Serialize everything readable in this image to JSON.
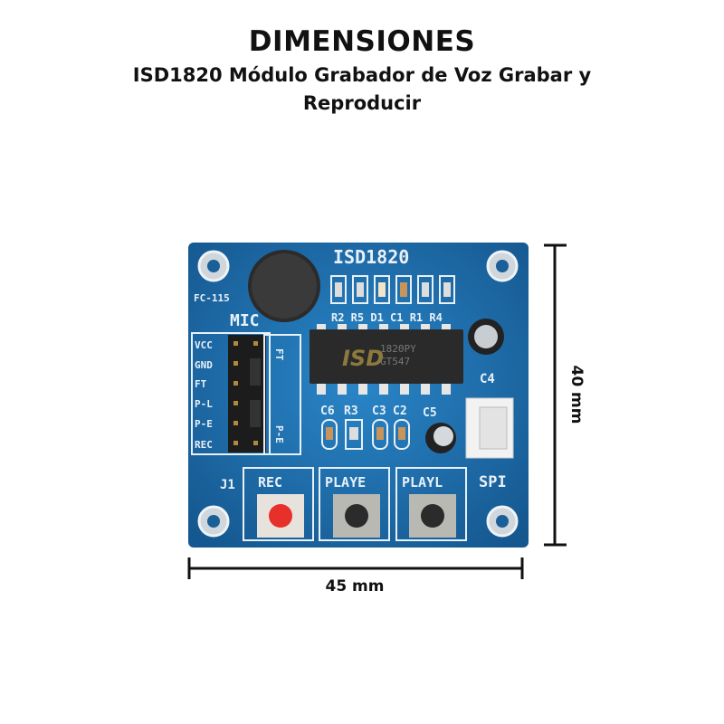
{
  "header": {
    "title": "DIMENSIONES",
    "subtitle_line1": "ISD1820 Módulo Grabador de Voz Grabar y",
    "subtitle_line2": "Reproducir"
  },
  "dimensions": {
    "width": "45 mm",
    "height": "40 mm"
  },
  "board": {
    "color": "#1f6fae",
    "chip_label": "ISD1820",
    "model": "FC-115",
    "mic_label": "MIC",
    "ic_brand": "ISD",
    "ic_line1": "1820PY",
    "ic_line2": "GT547",
    "pins": [
      "VCC",
      "GND",
      "FT",
      "P-L",
      "P-E",
      "REC"
    ],
    "top_components": "R2 R5 D1 C1 R1 R4",
    "cap_c4": "C4",
    "cap_c5": "C5",
    "lower_components": [
      "C6",
      "R3",
      "C3",
      "C2"
    ],
    "header_label": "J1",
    "connector_label": "SPI",
    "buttons": [
      "REC",
      "PLAYE",
      "PLAYL"
    ],
    "jumper_labels": [
      "FT",
      "P-E"
    ]
  }
}
